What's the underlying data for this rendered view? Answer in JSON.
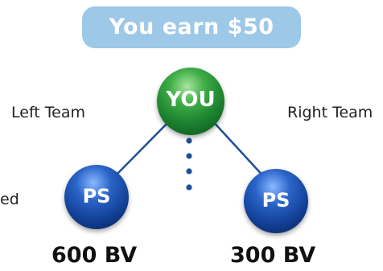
{
  "banner": {
    "text": "You earn $50",
    "color": "#9dc8e8"
  },
  "left_team": {
    "label": "Left Team",
    "member_label": "PS",
    "volume": "600 BV"
  },
  "right_team": {
    "label": "Right Team",
    "member_label": "PS",
    "volume": "300 BV"
  },
  "you_node": {
    "label": "YOU",
    "color": "#1a7f2e"
  },
  "member_color": "#123f94",
  "link_color": "#1f4f99",
  "partial_text": "ed"
}
